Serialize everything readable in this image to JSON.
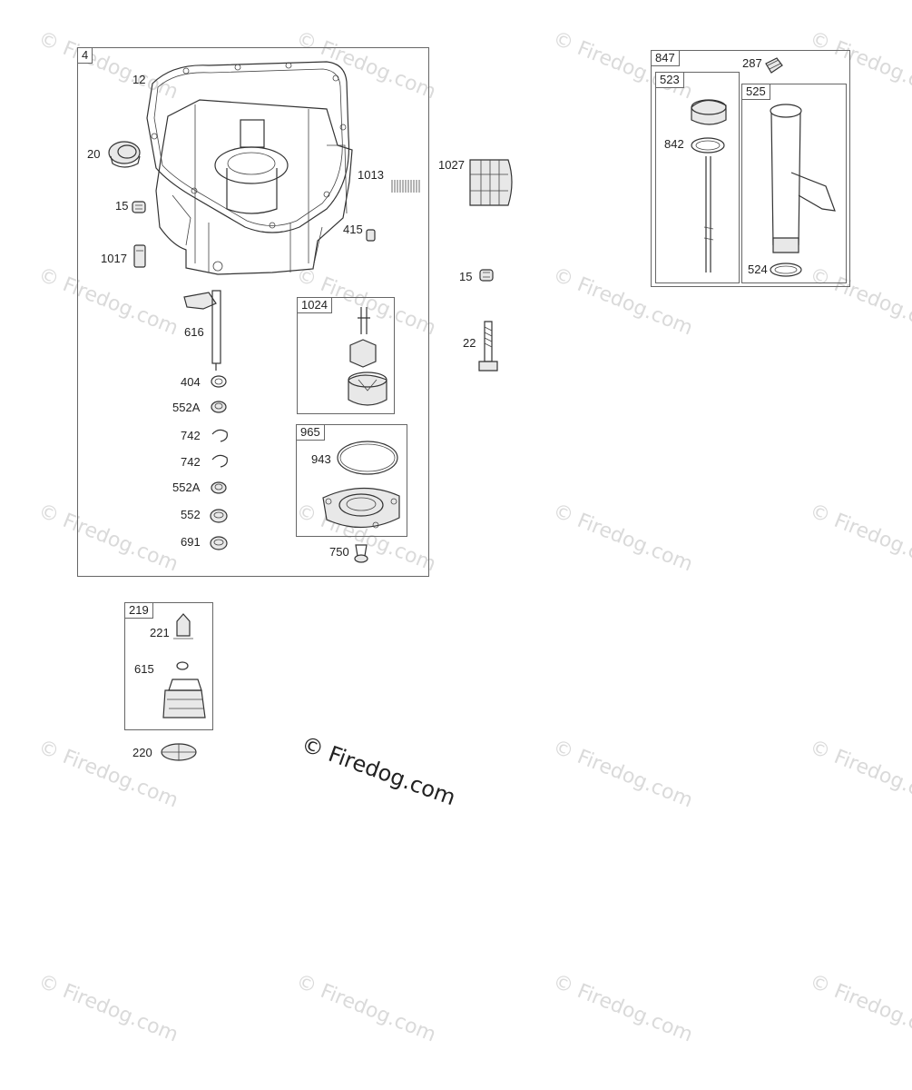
{
  "watermarks": {
    "text": "© Firedog.com",
    "main_text": "© Firedog.com"
  },
  "groups": {
    "g4": {
      "tag": "4"
    },
    "g1024": {
      "tag": "1024"
    },
    "g965": {
      "tag": "965"
    },
    "g219": {
      "tag": "219"
    },
    "g847": {
      "tag": "847"
    },
    "g523": {
      "tag": "523"
    },
    "g525": {
      "tag": "525"
    }
  },
  "labels": {
    "p12": "12",
    "p20": "20",
    "p15a": "15",
    "p1017": "1017",
    "p1013": "1013",
    "p415": "415",
    "p616": "616",
    "p404": "404",
    "p552a1": "552A",
    "p742a": "742",
    "p742b": "742",
    "p552a2": "552A",
    "p552": "552",
    "p691": "691",
    "p943": "943",
    "p750": "750",
    "p1027": "1027",
    "p15b": "15",
    "p22": "22",
    "p221": "221",
    "p615": "615",
    "p220": "220",
    "p287": "287",
    "p842": "842",
    "p524": "524"
  }
}
